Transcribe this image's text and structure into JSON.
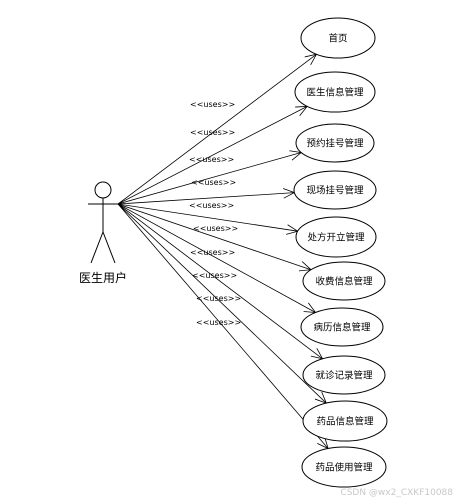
{
  "actor": {
    "label": "医生用户"
  },
  "relation_label": "<<uses>>",
  "use_cases": [
    {
      "label": "首页"
    },
    {
      "label": "医生信息管理"
    },
    {
      "label": "预约挂号管理"
    },
    {
      "label": "现场挂号管理"
    },
    {
      "label": "处方开立管理"
    },
    {
      "label": "收费信息管理"
    },
    {
      "label": "病历信息管理"
    },
    {
      "label": "就诊记录管理"
    },
    {
      "label": "药品信息管理"
    },
    {
      "label": "药品使用管理"
    }
  ],
  "watermark": "CSDN @wx2_CXKF10088"
}
